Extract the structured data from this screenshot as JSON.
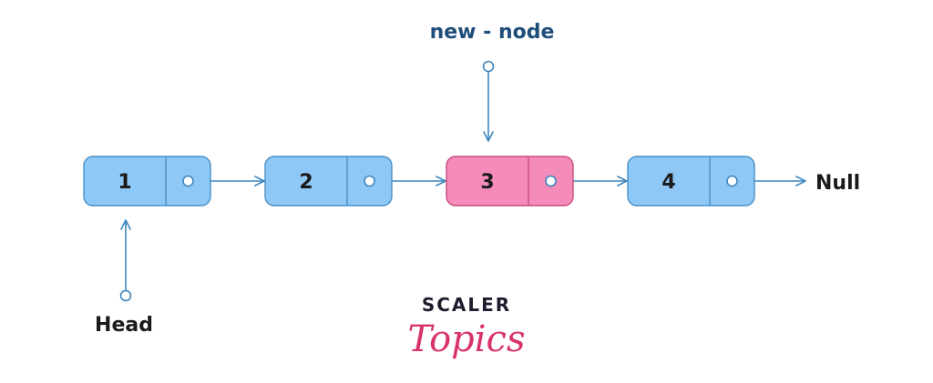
{
  "title": "new - node",
  "head_label": "Head",
  "null_label": "Null",
  "nodes": [
    {
      "value": "1",
      "highlight": false
    },
    {
      "value": "2",
      "highlight": false
    },
    {
      "value": "3",
      "highlight": true
    },
    {
      "value": "4",
      "highlight": false
    }
  ],
  "brand": {
    "line1": "SCALER",
    "line2": "Topics"
  },
  "colors": {
    "node_fill": "#8ec8f7",
    "node_stroke": "#4a8fc4",
    "highlight_fill": "#f58bb8",
    "highlight_stroke": "#c84d80",
    "arrow": "#3c86c0",
    "title": "#1f4e7a",
    "text": "#1a1a1a",
    "brand_dark": "#1d1d2e",
    "brand_pink": "#d8336f"
  }
}
